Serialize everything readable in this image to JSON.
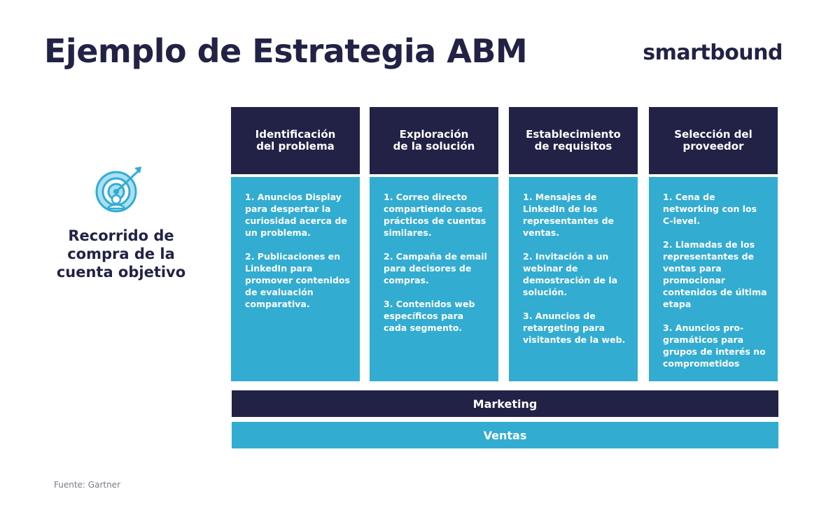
{
  "title": "Ejemplo de Estrategia ABM",
  "brand": "smartbound",
  "journey": {
    "label": "Recorrido de compra de la cuenta objetivo",
    "icon": "target-icon"
  },
  "stages": [
    {
      "title_lines": [
        "Identificación",
        "del problema"
      ],
      "items": [
        "1. Anuncios Display para despertar la curiosidad acerca de un problema.",
        "2. Publicaciones en LinkedIn para promover contenidos de evaluación comparativa."
      ]
    },
    {
      "title_lines": [
        "Exploración",
        "de la solución"
      ],
      "items": [
        "1. Correo directo compartiendo casos prácticos de cuentas similares.",
        "2. Campaña de email para decisores de compras.",
        "3. Contenidos web específicos para cada segmento."
      ]
    },
    {
      "title_lines": [
        "Establecimiento",
        "de requisitos"
      ],
      "items": [
        "1. Mensajes de LinkedIn de los representantes de ventas.",
        "2. Invitación a un webinar de demostración de la solución.",
        "3. Anuncios de retargeting para visitantes de la web."
      ]
    },
    {
      "title_lines": [
        "Selección del",
        "proveedor"
      ],
      "items": [
        "1. Cena de networking con los C-level.",
        "2. Llamadas de los representantes de ventas para promocionar contenidos de última etapa",
        "3. Anuncios pro-gramáticos para grupos de interés no comprometidos"
      ]
    }
  ],
  "bars": {
    "marketing": "Marketing",
    "ventas": "Ventas"
  },
  "source": "Fuente: Gartner",
  "colors": {
    "navy": "#222246",
    "cyan": "#33acd1"
  }
}
